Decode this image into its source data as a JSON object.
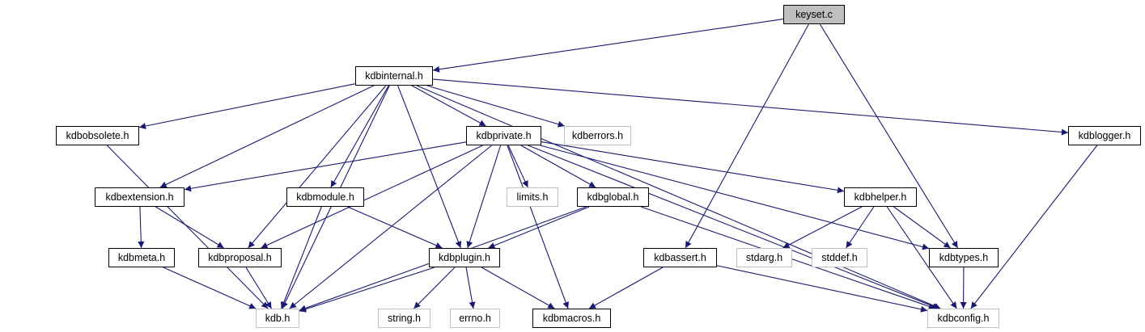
{
  "graph": {
    "edge_color": "#191970",
    "root_fill": "#bfbfbf",
    "external_border": "#bfbfbf",
    "nodes": [
      {
        "id": "keyset",
        "label": "keyset.c",
        "kind": "root"
      },
      {
        "id": "kdbinternal",
        "label": "kdbinternal.h",
        "kind": "doc"
      },
      {
        "id": "kdbobsolete",
        "label": "kdbobsolete.h",
        "kind": "doc"
      },
      {
        "id": "kdbprivate",
        "label": "kdbprivate.h",
        "kind": "doc"
      },
      {
        "id": "kdberrors",
        "label": "kdberrors.h",
        "kind": "ext"
      },
      {
        "id": "kdblogger",
        "label": "kdblogger.h",
        "kind": "doc"
      },
      {
        "id": "kdbextension",
        "label": "kdbextension.h",
        "kind": "doc"
      },
      {
        "id": "kdbmodule",
        "label": "kdbmodule.h",
        "kind": "doc"
      },
      {
        "id": "limits",
        "label": "limits.h",
        "kind": "ext"
      },
      {
        "id": "kdbglobal",
        "label": "kdbglobal.h",
        "kind": "doc"
      },
      {
        "id": "kdbhelper",
        "label": "kdbhelper.h",
        "kind": "doc"
      },
      {
        "id": "kdbmeta",
        "label": "kdbmeta.h",
        "kind": "doc"
      },
      {
        "id": "kdbproposal",
        "label": "kdbproposal.h",
        "kind": "doc"
      },
      {
        "id": "kdbplugin",
        "label": "kdbplugin.h",
        "kind": "doc"
      },
      {
        "id": "kdbassert",
        "label": "kdbassert.h",
        "kind": "doc"
      },
      {
        "id": "stdarg",
        "label": "stdarg.h",
        "kind": "ext"
      },
      {
        "id": "stddef",
        "label": "stddef.h",
        "kind": "ext"
      },
      {
        "id": "kdbtypes",
        "label": "kdbtypes.h",
        "kind": "doc"
      },
      {
        "id": "kdb",
        "label": "kdb.h",
        "kind": "ext"
      },
      {
        "id": "string",
        "label": "string.h",
        "kind": "ext"
      },
      {
        "id": "errno",
        "label": "errno.h",
        "kind": "ext"
      },
      {
        "id": "kdbmacros",
        "label": "kdbmacros.h",
        "kind": "doc"
      },
      {
        "id": "kdbconfig",
        "label": "kdbconfig.h",
        "kind": "ext"
      }
    ],
    "edges": [
      [
        "keyset",
        "kdbinternal"
      ],
      [
        "keyset",
        "kdbassert"
      ],
      [
        "keyset",
        "kdbtypes"
      ],
      [
        "kdbinternal",
        "kdb"
      ],
      [
        "kdbinternal",
        "kdbobsolete"
      ],
      [
        "kdbinternal",
        "kdbextension"
      ],
      [
        "kdbinternal",
        "kdbproposal"
      ],
      [
        "kdbinternal",
        "kdbmodule"
      ],
      [
        "kdbinternal",
        "kdbplugin"
      ],
      [
        "kdbinternal",
        "kdbprivate"
      ],
      [
        "kdbinternal",
        "kdberrors"
      ],
      [
        "kdbinternal",
        "kdbconfig"
      ],
      [
        "kdbinternal",
        "kdblogger"
      ],
      [
        "kdbobsolete",
        "kdb"
      ],
      [
        "kdbprivate",
        "kdbextension"
      ],
      [
        "kdbprivate",
        "kdbproposal"
      ],
      [
        "kdbprivate",
        "kdb"
      ],
      [
        "kdbprivate",
        "kdbplugin"
      ],
      [
        "kdbprivate",
        "limits"
      ],
      [
        "kdbprivate",
        "kdbglobal"
      ],
      [
        "kdbprivate",
        "kdbmacros"
      ],
      [
        "kdbprivate",
        "kdbhelper"
      ],
      [
        "kdbprivate",
        "kdbtypes"
      ],
      [
        "kdbprivate",
        "kdbconfig"
      ],
      [
        "kdblogger",
        "kdbconfig"
      ],
      [
        "kdbextension",
        "kdbmeta"
      ],
      [
        "kdbextension",
        "kdbproposal"
      ],
      [
        "kdbmodule",
        "kdb"
      ],
      [
        "kdbmodule",
        "kdbplugin"
      ],
      [
        "kdbglobal",
        "kdbplugin"
      ],
      [
        "kdbglobal",
        "kdb"
      ],
      [
        "kdbglobal",
        "kdbconfig"
      ],
      [
        "kdbhelper",
        "stdarg"
      ],
      [
        "kdbhelper",
        "stddef"
      ],
      [
        "kdbhelper",
        "kdbtypes"
      ],
      [
        "kdbhelper",
        "kdbconfig"
      ],
      [
        "kdbmeta",
        "kdb"
      ],
      [
        "kdbproposal",
        "kdb"
      ],
      [
        "kdbplugin",
        "kdb"
      ],
      [
        "kdbplugin",
        "string"
      ],
      [
        "kdbplugin",
        "errno"
      ],
      [
        "kdbplugin",
        "kdbmacros"
      ],
      [
        "kdbassert",
        "kdbmacros"
      ],
      [
        "kdbassert",
        "kdbconfig"
      ],
      [
        "kdbtypes",
        "kdbconfig"
      ]
    ]
  }
}
